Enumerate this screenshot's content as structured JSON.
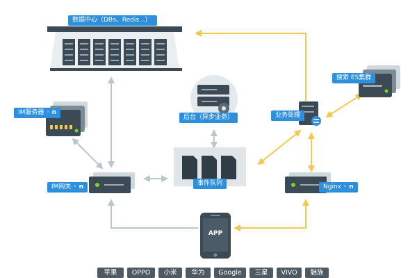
{
  "nodes": {
    "datacenter": "数据中心（DBs、Redis...）",
    "backend": "后台（异步业务）",
    "business": "业务处理",
    "search": "搜索 ES集群",
    "im_server": "IM服务器 ◦",
    "im_gateway": "IM网关 ◦",
    "event_queue": "事件队列",
    "nginx": "Nginx ◦",
    "app": "APP"
  },
  "connector_glyph": "n",
  "brands": [
    "苹果",
    "OPPO",
    "小米",
    "华为",
    "Google",
    "三星",
    "VIVO",
    "魅族"
  ],
  "colors": {
    "label_bg": "#2e8fdd",
    "device": "#3b4a55",
    "arrow_gray": "#b9c6cc",
    "arrow_yellow": "#f2c94c",
    "brand_bg": "#4f5961"
  }
}
